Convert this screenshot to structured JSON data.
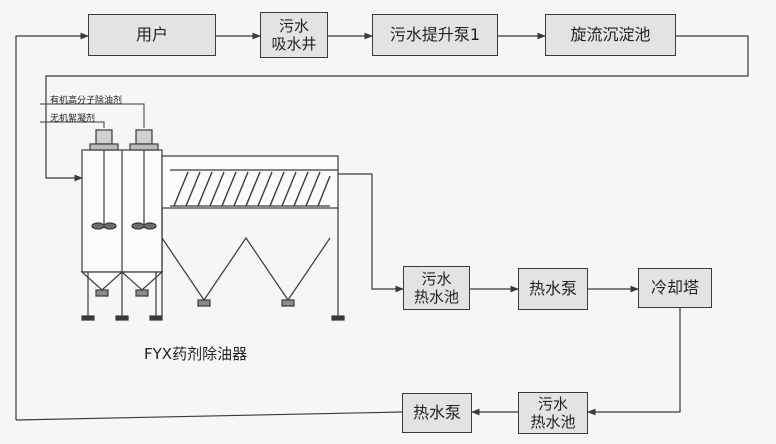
{
  "boxes": {
    "user": "用户",
    "sewage_well": "污水\n吸水井",
    "lift_pump": "污水提升泵1",
    "cyclone_tank": "旋流沉淀池",
    "hot_sewage_pool_1": "污水\n热水池",
    "hot_water_pump_1": "热水泵",
    "cooling_tower": "冷却塔",
    "hot_sewage_pool_2": "污水\n热水池",
    "hot_water_pump_2": "热水泵"
  },
  "inputs": {
    "organic_agent": "有机高分子除油剂",
    "inorganic_agent": "无机絮凝剂"
  },
  "equipment_label": "FYX药剂除油器",
  "colors": {
    "box_fill": "#e2e4e3",
    "line": "#3a3a3a",
    "background": "#f6f6f4"
  }
}
